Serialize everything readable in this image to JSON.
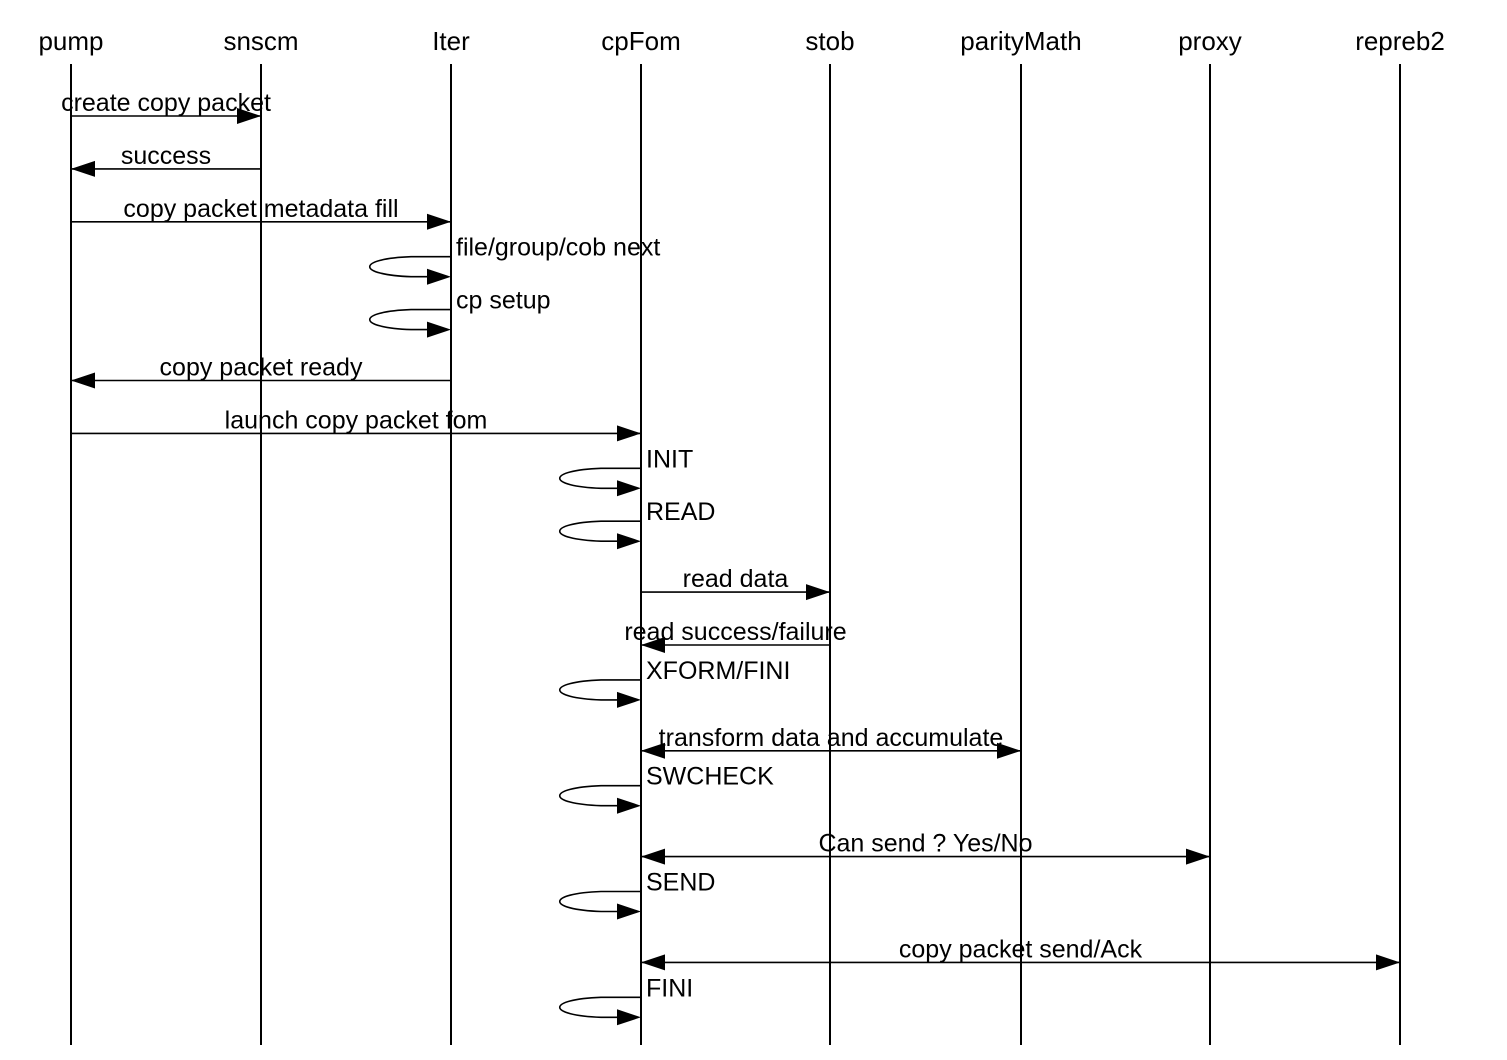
{
  "participants": [
    {
      "id": "pump",
      "label": "pump"
    },
    {
      "id": "snscm",
      "label": "snscm"
    },
    {
      "id": "iter",
      "label": "Iter"
    },
    {
      "id": "cpfom",
      "label": "cpFom"
    },
    {
      "id": "stob",
      "label": "stob"
    },
    {
      "id": "paritymath",
      "label": "parityMath"
    },
    {
      "id": "proxy",
      "label": "proxy"
    },
    {
      "id": "repreb2",
      "label": "repreb2"
    }
  ],
  "messages": [
    {
      "from": "pump",
      "to": "snscm",
      "label": "create copy packet",
      "kind": "call"
    },
    {
      "from": "snscm",
      "to": "pump",
      "label": "success",
      "kind": "reply"
    },
    {
      "from": "pump",
      "to": "iter",
      "label": "copy packet metadata fill",
      "kind": "call"
    },
    {
      "from": "iter",
      "to": "iter",
      "label": "file/group/cob next",
      "kind": "self"
    },
    {
      "from": "iter",
      "to": "iter",
      "label": "cp setup",
      "kind": "self"
    },
    {
      "from": "iter",
      "to": "pump",
      "label": "copy packet ready",
      "kind": "reply"
    },
    {
      "from": "pump",
      "to": "cpfom",
      "label": "launch copy packet fom",
      "kind": "call"
    },
    {
      "from": "cpfom",
      "to": "cpfom",
      "label": "INIT",
      "kind": "self"
    },
    {
      "from": "cpfom",
      "to": "cpfom",
      "label": "READ",
      "kind": "self"
    },
    {
      "from": "cpfom",
      "to": "stob",
      "label": "read data",
      "kind": "call"
    },
    {
      "from": "stob",
      "to": "cpfom",
      "label": "read success/failure",
      "kind": "reply"
    },
    {
      "from": "cpfom",
      "to": "cpfom",
      "label": "XFORM/FINI",
      "kind": "self"
    },
    {
      "from": "cpfom",
      "to": "paritymath",
      "label": "transform data and accumulate",
      "kind": "both"
    },
    {
      "from": "cpfom",
      "to": "cpfom",
      "label": "SWCHECK",
      "kind": "self"
    },
    {
      "from": "cpfom",
      "to": "proxy",
      "label": "Can send ? Yes/No",
      "kind": "both"
    },
    {
      "from": "cpfom",
      "to": "cpfom",
      "label": "SEND",
      "kind": "self"
    },
    {
      "from": "cpfom",
      "to": "repreb2",
      "label": "copy packet send/Ack",
      "kind": "both"
    },
    {
      "from": "cpfom",
      "to": "cpfom",
      "label": "FINI",
      "kind": "self"
    }
  ]
}
